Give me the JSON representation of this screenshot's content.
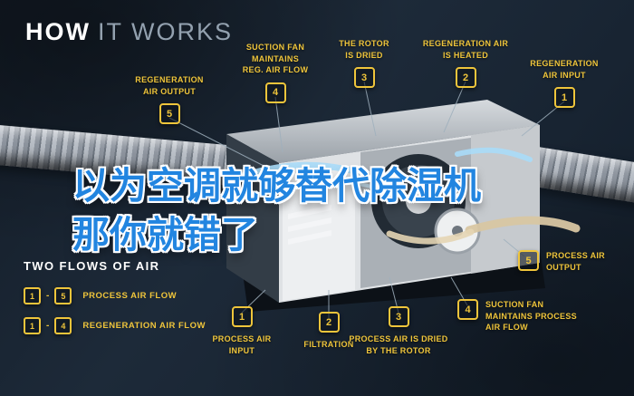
{
  "title": {
    "bold": "HOW",
    "light": "IT WORKS"
  },
  "headline": {
    "line1": "以为空调就够替代除湿机",
    "line2": "那你就错了"
  },
  "legend": {
    "heading": "TWO FLOWS OF AIR",
    "separator": "-",
    "rows": [
      {
        "from": "1",
        "to": "5",
        "label": "PROCESS AIR FLOW"
      },
      {
        "from": "1",
        "to": "4",
        "label": "REGENERATION AIR FLOW"
      }
    ]
  },
  "callouts": {
    "reg_air_output": {
      "num": "5",
      "label": "REGENERATION\nAIR OUTPUT"
    },
    "suction_reg": {
      "num": "4",
      "label": "SUCTION FAN\nMAINTAINS\nREG. AIR FLOW"
    },
    "rotor_dried": {
      "num": "3",
      "label": "THE ROTOR\nIS DRIED"
    },
    "reg_heated": {
      "num": "2",
      "label": "REGENERATION AIR\nIS HEATED"
    },
    "reg_input": {
      "num": "1",
      "label": "REGENERATION\nAIR INPUT"
    },
    "process_output": {
      "num": "5",
      "label": "PROCESS AIR\nOUTPUT"
    },
    "suction_process": {
      "num": "4",
      "label": "SUCTION FAN\nMAINTAINS PROCESS\nAIR FLOW"
    },
    "process_input": {
      "num": "1",
      "label": "PROCESS AIR\nINPUT"
    },
    "filtration": {
      "num": "2",
      "label": "FILTRATION"
    },
    "process_dried": {
      "num": "3",
      "label": "PROCESS AIR IS DRIED\nBY THE ROTOR"
    }
  },
  "colors": {
    "accent_yellow": "#EFC53B",
    "headline_blue": "#2285E0",
    "background_navy": "#1A2531"
  }
}
